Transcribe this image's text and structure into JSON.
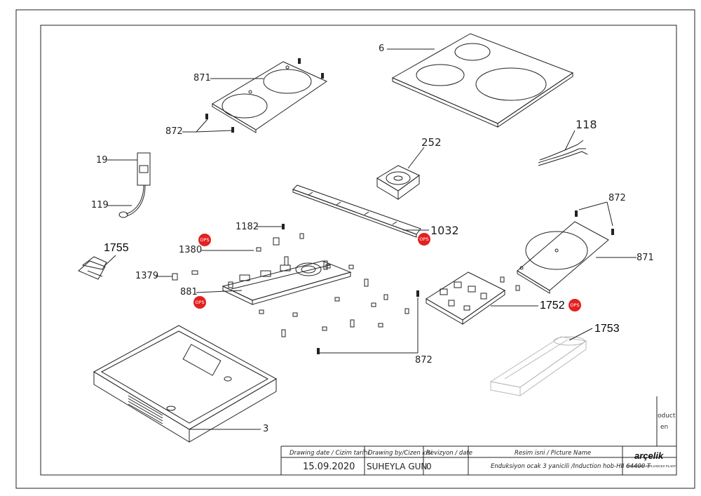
{
  "labels": {
    "p6": "6",
    "p871_top": "871",
    "p872_top": "872",
    "p118": "118",
    "p252": "252",
    "p19": "19",
    "p119": "119",
    "p872_right": "872",
    "p1182": "1182",
    "p1032": "1032",
    "p1755": "1755",
    "p1380": "1380",
    "p871_right": "871",
    "p1379": "1379",
    "p881": "881",
    "p1752": "1752",
    "p1753": "1753",
    "p872_bottom": "872",
    "p3": "3"
  },
  "ops_marker": "OPS",
  "side_text": {
    "line1": "oduct",
    "line2": "en"
  },
  "title_block": {
    "date_header": "Drawing date / Cizim tarihi",
    "date_value": "15.09.2020",
    "by_header": "Drawing by/Cizen kisi",
    "by_value": "SUHEYLA GUN",
    "rev_header": "Revizyon / date",
    "rev_value": "0",
    "pic_header": "Resim isni / Picture Name",
    "pic_value": "Enduksiyon ocak 3 yanicili /Induction hob-HII 64400 T",
    "logo": "arçelik",
    "logo_sub": "CONSUMER APPLIANCES PLANT"
  },
  "colors": {
    "ops": "#e32121",
    "line": "#222222",
    "ghost": "#b8b8b8"
  },
  "icons": [
    "arcelik-logo-icon"
  ]
}
